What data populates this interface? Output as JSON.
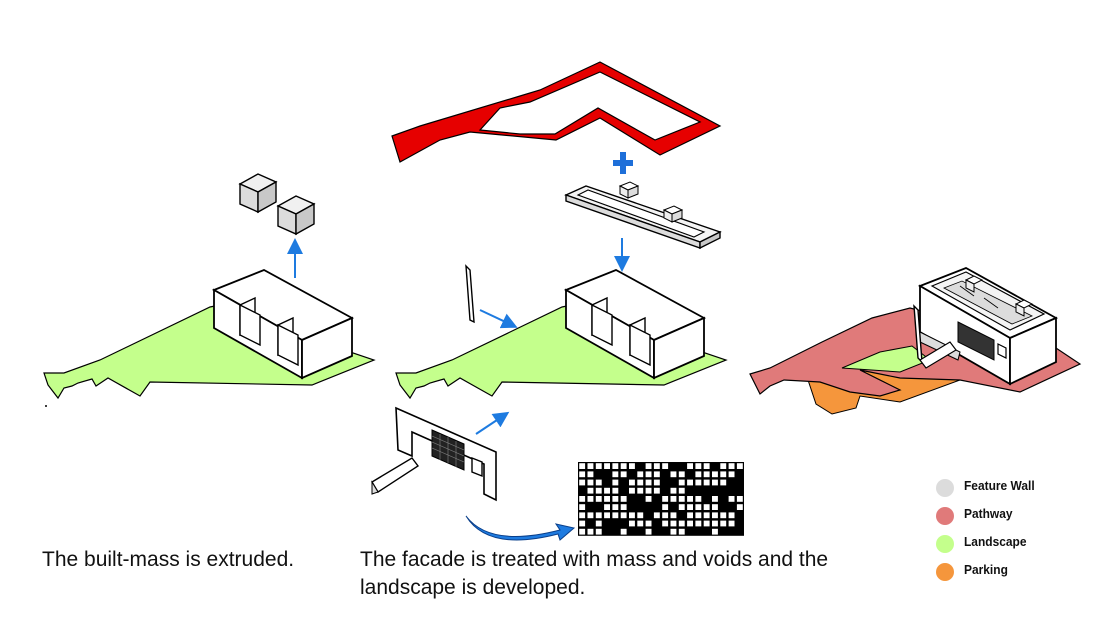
{
  "captions": {
    "extrude": "The built-mass is extruded.",
    "facade_line1": "The facade is treated with mass and voids and the",
    "facade_line2": "landscape is developed."
  },
  "legend": {
    "items": [
      {
        "label": "Feature Wall",
        "color": "#dcdcdc"
      },
      {
        "label": "Pathway",
        "color": "#e07a7a"
      },
      {
        "label": "Landscape",
        "color": "#c4ff8c"
      },
      {
        "label": "Parking",
        "color": "#f5963c"
      }
    ]
  },
  "colors": {
    "landscape": "#c4ff8c",
    "pathway_red": "#e60000",
    "pathway_pink": "#e07a7a",
    "parking": "#f5963c",
    "arrow": "#1e7be0",
    "plus": "#1e6fd9",
    "cube_fill": "#e2e2e2",
    "outline": "#000000"
  },
  "icons": {
    "plus": "plus-icon",
    "arrow": "arrow-icon",
    "curved_arrow": "curved-arrow-icon"
  }
}
